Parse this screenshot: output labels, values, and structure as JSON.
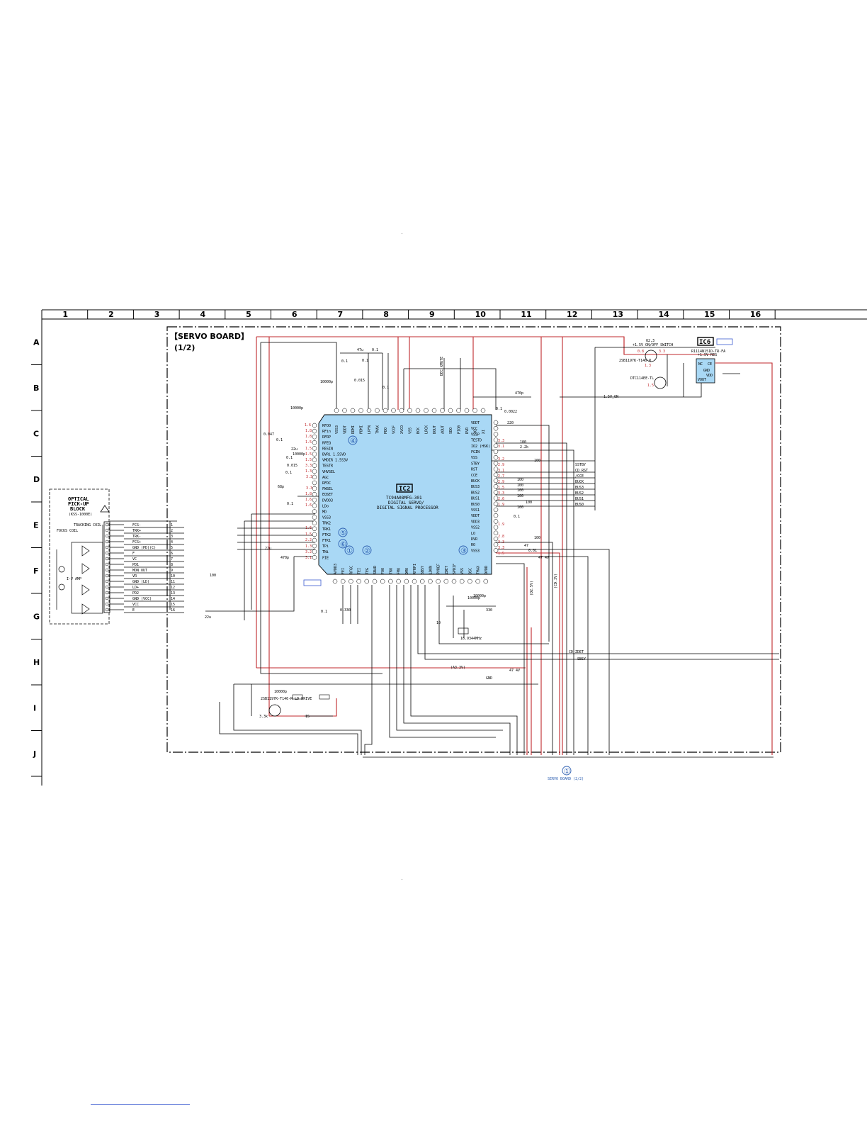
{
  "columns": [
    "1",
    "2",
    "3",
    "4",
    "5",
    "6",
    "7",
    "8",
    "9",
    "10",
    "11",
    "12",
    "13",
    "14",
    "15",
    "16"
  ],
  "rows": [
    "A",
    "B",
    "C",
    "D",
    "E",
    "F",
    "G",
    "H",
    "I",
    "J"
  ],
  "board": {
    "title": "【SERVO BOARD】",
    "subtitle": "(1/2)"
  },
  "ic2": {
    "ref": "IC2",
    "part": "TC94A08MFG-301",
    "desc1": "DIGITAL SERVO/",
    "desc2": "DIGITAL SIGNAL PROCESSOR"
  },
  "ic6": {
    "ref": "IC6",
    "part": "R1114N151D-TR-FA",
    "desc": "+1.5V REG",
    "pins": [
      "NC",
      "CE",
      "GND",
      "VDD",
      "VOUT"
    ]
  },
  "q3": {
    "ref": "Q2,3",
    "desc": "+1.5V ON/OFF SWITCH",
    "part1": "2SB1197K-T146-R",
    "part2": "DTC114EE-TL"
  },
  "pickup": {
    "title1": "OPTICAL",
    "title2": "PICK-UP",
    "title3": "BLOCK",
    "model": "(KSS-1000E)",
    "coil1": "FOCUS COIL",
    "coil2": "TRACKING COIL",
    "amp": "I-V AMP"
  },
  "connector": {
    "signals": [
      "FCS-",
      "TRK+",
      "TRK-",
      "FCS+",
      "GND (PD)(C)",
      "F",
      "VC",
      "PD1",
      "MON OUT",
      "VR",
      "GND (LD)",
      "LD+",
      "PD2",
      "GND (VCC)",
      "VCC",
      "E"
    ],
    "pins": [
      "1",
      "2",
      "3",
      "4",
      "5",
      "6",
      "7",
      "8",
      "9",
      "10",
      "11",
      "12",
      "13",
      "14",
      "15",
      "16"
    ]
  },
  "left_pins": [
    "RFOO",
    "RFin",
    "RFRP",
    "RFEQ",
    "RESIN",
    "BVRi 1.5SVD",
    "VMDIR 1.5S3V",
    "TESTR",
    "VHVSEL",
    "AGC",
    "RFDC",
    "FWSEL",
    "EQSET",
    "DVDD3",
    "LDo",
    "MD",
    "VSS3",
    "TRK2",
    "TRK1",
    "FTK2",
    "FTK1",
    "TPi",
    "TNi",
    "FIE"
  ],
  "right_pins": [
    "VDDT",
    "VCC",
    "VSSP",
    "TESTD",
    "IO2 (HSK)",
    "FGIN",
    "VSS",
    "STBY",
    "RST",
    "CCE",
    "BUCK",
    "BUS3",
    "BUS2",
    "BUS1",
    "BUS0",
    "VSS1",
    "VDDT",
    "VDD3",
    "VSS2",
    "LO",
    "DVR",
    "RO",
    "VSS3"
  ],
  "right_signals": [
    "SSTBY",
    "CD_RST",
    "/CCE",
    "BUCK",
    "BUS3",
    "BUS2",
    "BUS1",
    "BUS0"
  ],
  "top_pins": [
    "VSS3",
    "VDDT",
    "RDMI",
    "PDMI",
    "LPFN",
    "TMAX",
    "PDO",
    "VCOF",
    "XVCO",
    "VSS",
    "BCK",
    "LRCK",
    "DOUT",
    "AOUT",
    "SDO",
    "PIO0",
    "DVR",
    "XO",
    "XI"
  ],
  "bottom_pins": [
    "AVDD3",
    "FEI",
    "RFGC",
    "TEI",
    "TEG",
    "SBAD",
    "FOO",
    "TRO",
    "FMO",
    "DMO",
    "RFRPI",
    "SBSY",
    "LDON",
    "PVREF",
    "ZDET",
    "SPDIF",
    "VSS",
    "OSC",
    "TMAX",
    "DVDD"
  ],
  "nets": {
    "cd_zdet": "CD_ZDET",
    "sbsy": "SBSY",
    "v1_5on": "1.5V_ON",
    "dec_xmute": "DEC XMUTE",
    "a33": "(A3.3V)",
    "gnd": "GND",
    "ld_drive": "2SB1197K-T146-R LD DRIVE",
    "crystal": "16.9344MHz",
    "cd3v": "(CD.3V)",
    "d25": "(D2.5V)"
  },
  "voltages": [
    "1.6",
    "1.8",
    "1.8",
    "1.5",
    "1.5",
    "1.5",
    "1.5",
    "3.3",
    "1.3",
    "3.3",
    "3.3",
    "1.8",
    "1.6",
    "1.6",
    "1.6",
    "1.5",
    "2.2",
    "1.3",
    "3.2",
    "3.1",
    "3.3",
    "3.1",
    "3.2",
    "2.9",
    "3.1",
    "2.7",
    "2.9",
    "1.5",
    "3.3",
    "2.6",
    "1.9",
    "1.9",
    "2.8",
    "3.3",
    "3.3",
    "1.5",
    "0.8",
    "1.3",
    "1.5",
    "3.3"
  ],
  "components": [
    "0.1",
    "47u",
    "0.1",
    "0.1",
    "10000p",
    "0.015",
    "0.1",
    "10000p",
    "0.047",
    "0.1",
    "22u",
    "10000p",
    "0.1",
    "0.015",
    "0.1",
    "68p",
    "0.1",
    "470p",
    "0.1",
    "0.0022",
    "220",
    "100",
    "2.2k",
    "100",
    "0.1",
    "10000p",
    "100",
    "100",
    "100",
    "100",
    "100",
    "100",
    "47",
    "0.01",
    "47 4V",
    "100",
    "22u",
    "470p",
    "10000p",
    "0.1",
    "10000p",
    "0.330",
    "330",
    "10",
    "3.3k",
    "100",
    "47 4V",
    "15",
    "22u"
  ],
  "balloons": [
    "①",
    "②",
    "③",
    "④",
    "⑤",
    "⑥"
  ],
  "footer_ref": "①",
  "footer_label": "SERVO BOARD (2/2)",
  "dot_mark": "."
}
